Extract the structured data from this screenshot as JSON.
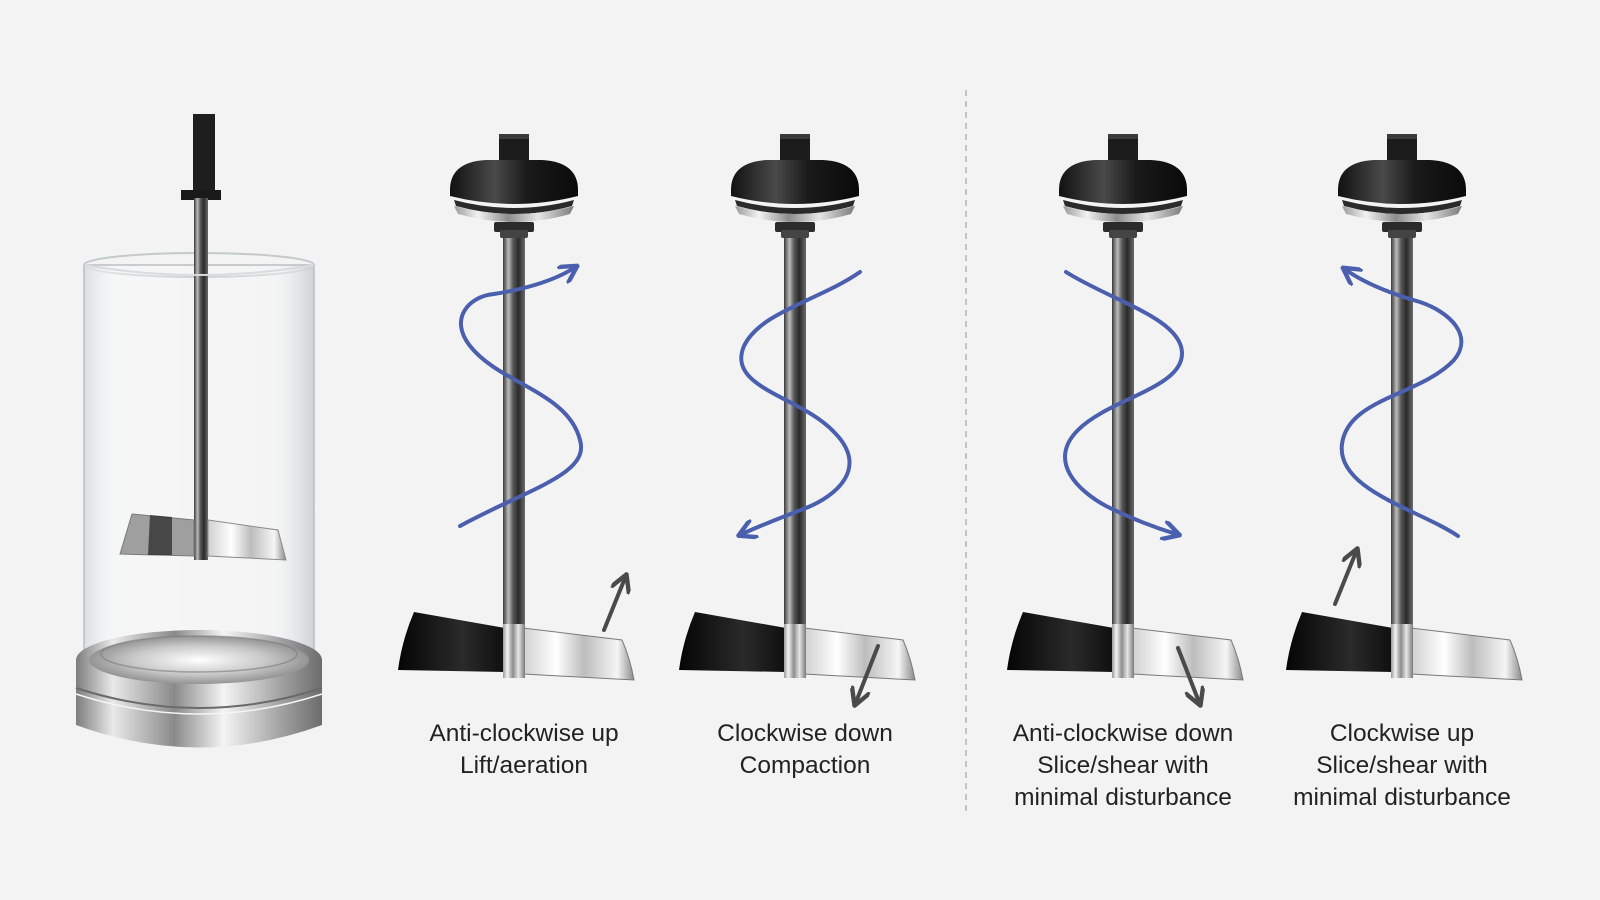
{
  "panels": [
    {
      "motion": "anti-clockwise-up",
      "caption": {
        "line1": "Anti-clockwise up",
        "line2": "Lift/aeration",
        "line3": ""
      }
    },
    {
      "motion": "clockwise-down",
      "caption": {
        "line1": "Clockwise down",
        "line2": "Compaction",
        "line3": ""
      }
    },
    {
      "motion": "anti-clockwise-down",
      "caption": {
        "line1": "Anti-clockwise down",
        "line2": "Slice/shear with",
        "line3": "minimal disturbance"
      }
    },
    {
      "motion": "clockwise-up",
      "caption": {
        "line1": "Clockwise up",
        "line2": "Slice/shear with",
        "line3": "minimal disturbance"
      }
    }
  ],
  "colors": {
    "background": "#f3f3f3",
    "helix": "#4a5fae",
    "arrow": "#4a4a4a",
    "divider": "#b5b5b5",
    "caption_text": "#222222"
  }
}
